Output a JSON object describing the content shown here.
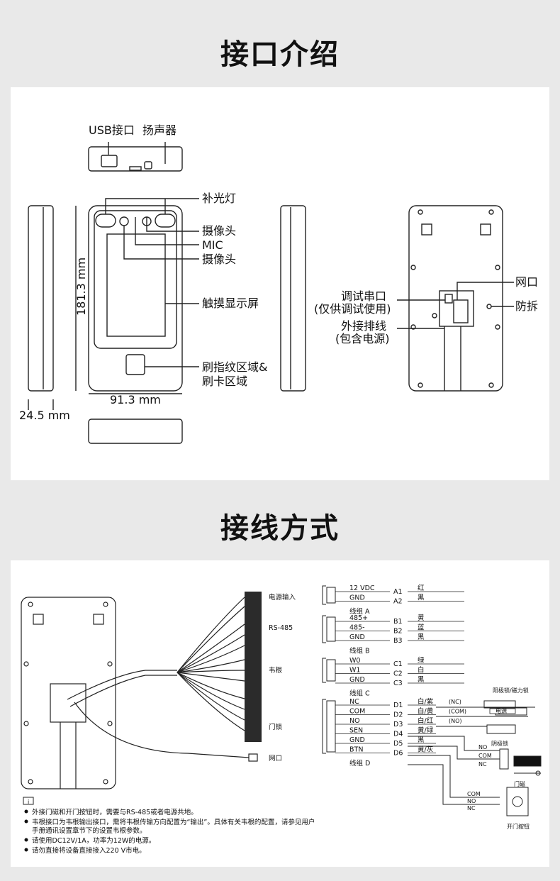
{
  "sections": {
    "interface_title": "接口介绍",
    "wiring_title": "接线方式"
  },
  "interface": {
    "usb": "USB接口",
    "speaker": "扬声器",
    "fill_light": "补光灯",
    "camera_top": "摄像头",
    "mic": "MIC",
    "camera_bottom": "摄像头",
    "touch_screen": "触摸显示屏",
    "fingerprint_line1": "刷指纹区域&",
    "fingerprint_line2": "刷卡区域",
    "height": "181.3 mm",
    "width": "91.3 mm",
    "depth": "24.5 mm",
    "network": "网口",
    "debug_line1": "调试串口",
    "debug_line2": "(仅供调试使用)",
    "tamper": "防拆",
    "ext_line1": "外接排线",
    "ext_line2": "(包含电源)"
  },
  "wiring": {
    "left_labels": {
      "power": "电源输入",
      "rs485": "RS-485",
      "wiegand": "韦根",
      "lock": "门锁",
      "network": "网口"
    },
    "groups": [
      {
        "name": "线组 A",
        "rows": [
          {
            "signal": "12 VDC",
            "pin": "A1",
            "color": "红"
          },
          {
            "signal": "GND",
            "pin": "A2",
            "color": "黑"
          }
        ]
      },
      {
        "name": "线组 B",
        "rows": [
          {
            "signal": "485+",
            "pin": "B1",
            "color": "黄"
          },
          {
            "signal": "485-",
            "pin": "B2",
            "color": "蓝"
          },
          {
            "signal": "GND",
            "pin": "B3",
            "color": "黑"
          }
        ]
      },
      {
        "name": "线组 C",
        "rows": [
          {
            "signal": "W0",
            "pin": "C1",
            "color": "绿"
          },
          {
            "signal": "W1",
            "pin": "C2",
            "color": "白"
          },
          {
            "signal": "GND",
            "pin": "C3",
            "color": "黑"
          }
        ]
      },
      {
        "name": "线组 D",
        "rows": [
          {
            "signal": "NC",
            "pin": "D1",
            "color": "白/紫",
            "tag": "(NC)"
          },
          {
            "signal": "COM",
            "pin": "D2",
            "color": "白/黄",
            "tag": "(COM)"
          },
          {
            "signal": "NO",
            "pin": "D3",
            "color": "白/红",
            "tag": "(NO)"
          },
          {
            "signal": "SEN",
            "pin": "D4",
            "color": "黄/绿"
          },
          {
            "signal": "GND",
            "pin": "D5",
            "color": "黑"
          },
          {
            "signal": "BTN",
            "pin": "D6",
            "color": "黄/灰"
          }
        ]
      }
    ],
    "anode_lock": "阳极锁/磁力锁",
    "power_box": "电源",
    "cathode_lock": "阴极锁",
    "door_sensor": "门磁",
    "exit_button": "开门按钮",
    "sensor_terms": [
      "NO",
      "COM",
      "NC"
    ],
    "button_terms": [
      "COM",
      "NO",
      "NC"
    ],
    "notes": [
      "外接门磁和开门按钮时，需要与RS-485或者电源共地。",
      "韦根接口为韦根输出接口，需将韦根传输方向配置为“输出”。具体有关韦根的配置，请参见用户",
      "手册通讯设置章节下的设置韦根参数。",
      "请使用DC12V/1A，功率为12W的电源。",
      "请勿直接将设备直接接入220 V市电。"
    ]
  }
}
